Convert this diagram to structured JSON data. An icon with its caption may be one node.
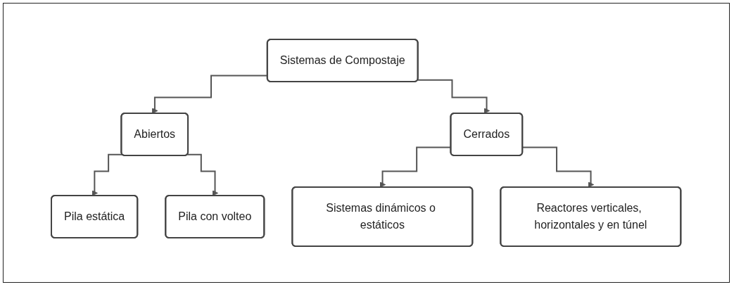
{
  "diagram": {
    "nodes": [
      {
        "text": [
          "Sistemas de Compostaje"
        ]
      },
      {
        "text": [
          "Abiertos"
        ]
      },
      {
        "text": [
          "Cerrados"
        ]
      },
      {
        "text": [
          "Pila estática"
        ]
      },
      {
        "text": [
          "Pila con volteo"
        ]
      },
      {
        "text": [
          "Sistemas dinámicos o estáticos"
        ]
      },
      {
        "text": [
          "Reactores verticales, horizontales y en túnel"
        ]
      }
    ],
    "edges": [
      {
        "from": 0,
        "to": 1,
        "arrow": "to"
      },
      {
        "from": 0,
        "to": 2,
        "arrow": "to"
      },
      {
        "from": 1,
        "to": 3,
        "arrow": "to"
      },
      {
        "from": 1,
        "to": 4,
        "arrow": "to"
      },
      {
        "from": 2,
        "to": 5,
        "arrow": "to"
      },
      {
        "from": 2,
        "to": 6,
        "arrow": "to"
      }
    ]
  }
}
